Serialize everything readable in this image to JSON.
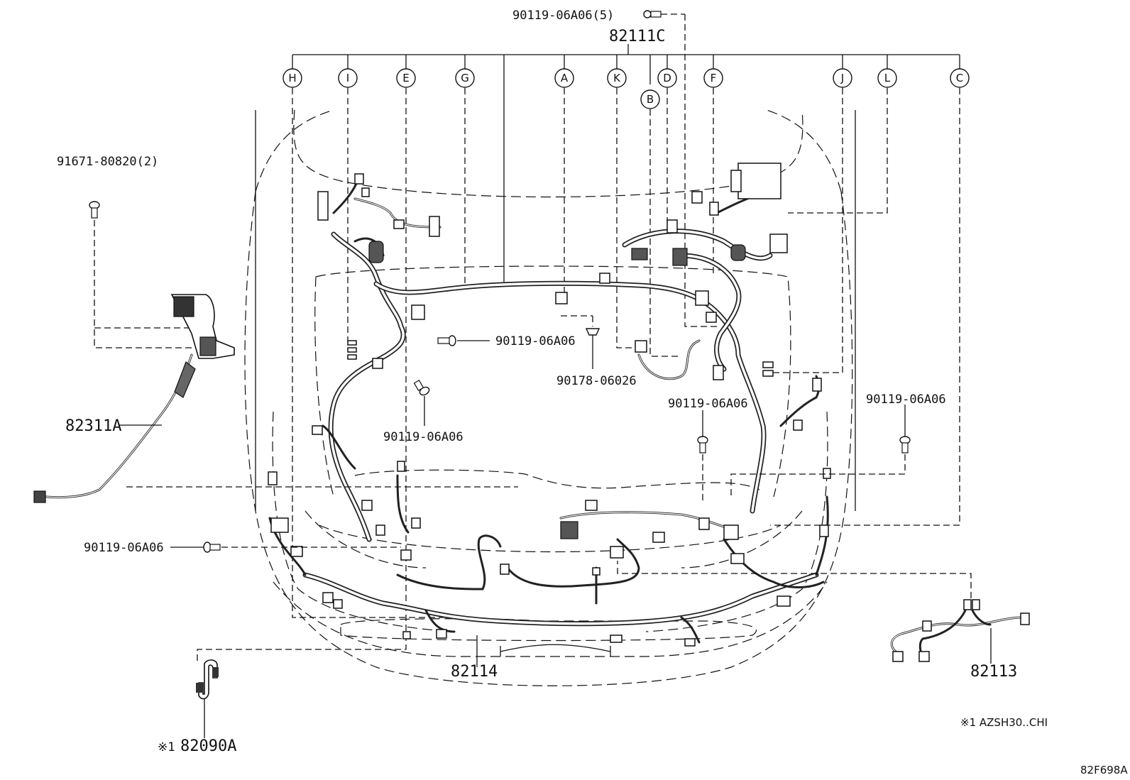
{
  "callouts": {
    "A": "A",
    "B": "B",
    "C": "C",
    "D": "D",
    "E": "E",
    "F": "F",
    "G": "G",
    "H": "H",
    "I": "I",
    "J": "J",
    "K": "K",
    "L": "L"
  },
  "parts": {
    "bolt_top": "90119-06A06(5)",
    "harness_main": "82111C",
    "bolt_left_top": "91671-80820(2)",
    "bolt_center1": "90119-06A06",
    "clip_center": "90178-06026",
    "bolt_center2": "90119-06A06",
    "bolt_center3": "90119-06A06",
    "bolt_right": "90119-06A06",
    "bolt_left": "90119-06A06",
    "sensor_wire": "82311A",
    "harness_front": "82114",
    "harness_right": "82113",
    "bracket": "82090A",
    "bracket_mark": "※1"
  },
  "notes": {
    "applicability": "※1 AZSH30..CHI",
    "figure_code": "82F698A"
  }
}
